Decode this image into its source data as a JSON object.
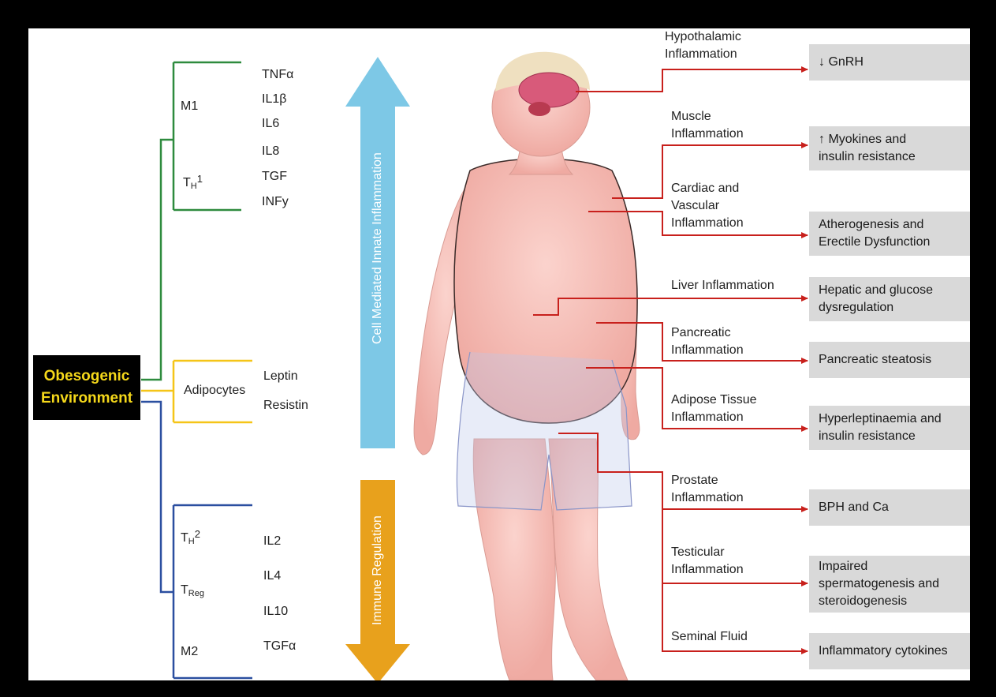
{
  "environment": {
    "line1": "Obesogenic",
    "line2": "Environment"
  },
  "cells": {
    "m1": "M1",
    "th1": {
      "base": "T",
      "sub": "H",
      "suffix": "1"
    },
    "adipocytes": "Adipocytes",
    "th2": {
      "base": "T",
      "sub": "H",
      "suffix": "2"
    },
    "treg": {
      "base": "T",
      "sub": "Reg"
    },
    "m2": "M2"
  },
  "cytokines_top": [
    "TNFα",
    "IL1β",
    "IL6",
    "IL8",
    "TGF",
    "INFy"
  ],
  "adipokines": [
    "Leptin",
    "Resistin"
  ],
  "cytokines_bottom": [
    "IL2",
    "IL4",
    "IL10",
    "TGFα"
  ],
  "arrows": {
    "up_label": "Cell Mediated Innate Inflammation",
    "down_label": "Immune Regulation",
    "up_color": "#7dc8e6",
    "down_color": "#e8a11c"
  },
  "branch_colors": {
    "top": "#2e8b3e",
    "middle": "#f5c518",
    "bottom": "#2b4fa0",
    "organ_lines": "#c8201c"
  },
  "organs": [
    {
      "l1": "Hypothalamic",
      "l2": "Inflammation"
    },
    {
      "l1": "Muscle",
      "l2": "Inflammation"
    },
    {
      "l1": "Cardiac and",
      "l2": "Vascular",
      "l3": "Inflammation"
    },
    {
      "l1": "Liver Inflammation"
    },
    {
      "l1": "Pancreatic",
      "l2": "Inflammation"
    },
    {
      "l1": "Adipose Tissue",
      "l2": "Inflammation"
    },
    {
      "l1": "Prostate",
      "l2": "Inflammation"
    },
    {
      "l1": "Testicular",
      "l2": "Inflammation"
    },
    {
      "l1": "Seminal Fluid"
    }
  ],
  "outcomes": [
    {
      "l1": "↓ GnRH"
    },
    {
      "l1": "↑ Myokines and",
      "l2": "insulin resistance"
    },
    {
      "l1": "Atherogenesis and",
      "l2": "Erectile Dysfunction"
    },
    {
      "l1": "Hepatic and glucose",
      "l2": "dysregulation"
    },
    {
      "l1": "Pancreatic steatosis"
    },
    {
      "l1": "Hyperleptinaemia and",
      "l2": "insulin resistance"
    },
    {
      "l1": "BPH and Ca"
    },
    {
      "l1": "Impaired",
      "l2": "spermatogenesis and",
      "l3": "steroidogenesis"
    },
    {
      "l1": "Inflammatory cytokines"
    }
  ]
}
